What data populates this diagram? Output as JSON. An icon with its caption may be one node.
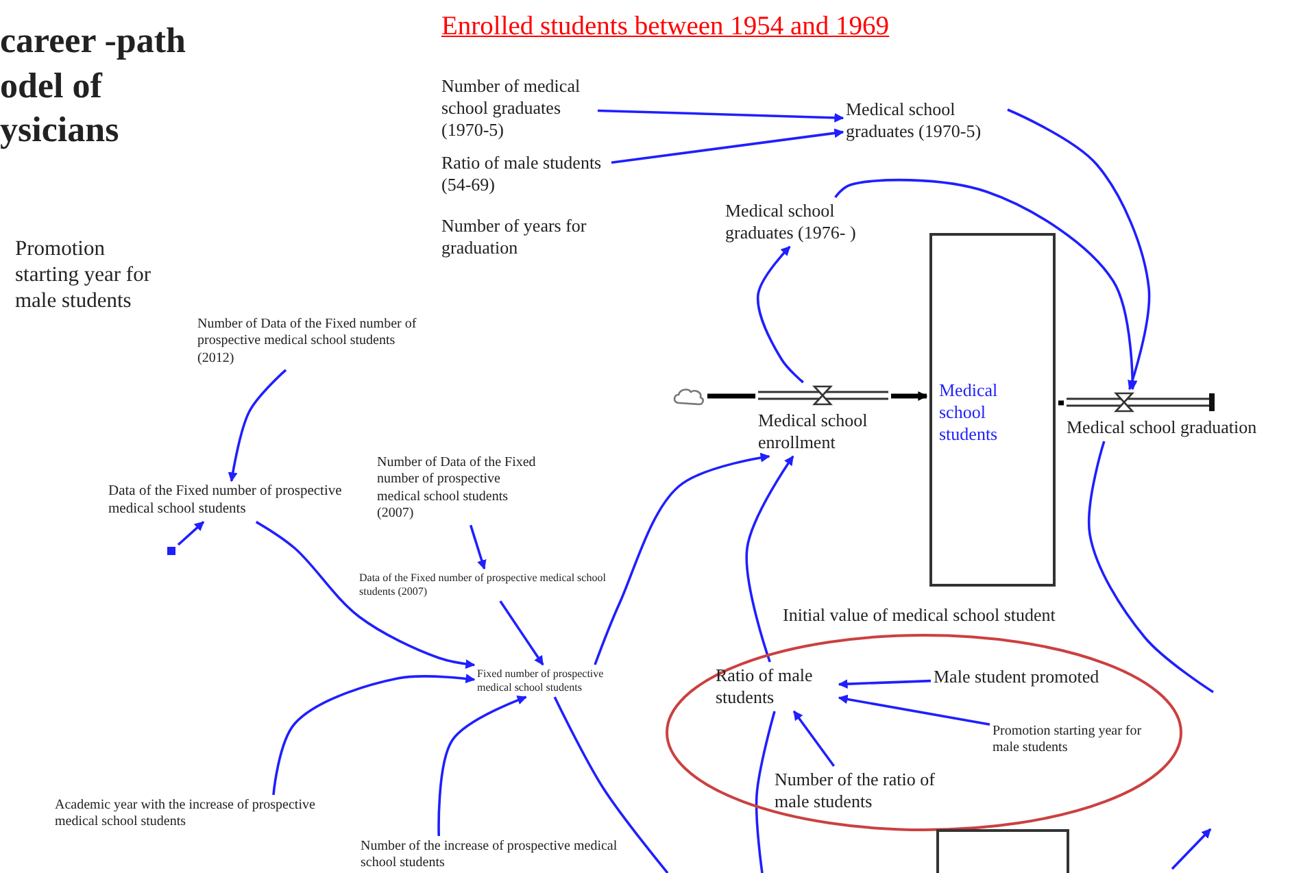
{
  "diagram": {
    "title": "career -path odel of ysicians",
    "nodes": [
      {
        "text": [
          "Number of medical school graduates (1970-5)"
        ]
      },
      {
        "text": [
          "Ratio of male students (54-69)"
        ]
      },
      {
        "text": [
          "Medical school graduates (1970-5)"
        ]
      },
      {
        "text": [
          "Medical school graduates (1976- )"
        ]
      },
      {
        "text": [
          "Medical school students"
        ]
      },
      {
        "text": [],
        "shape": "cloud"
      },
      {
        "text": [
          "Medical school enrollment"
        ]
      },
      {
        "text": [
          "Medical school graduation"
        ]
      },
      {
        "text": [
          "Number of Data of the Fixed number of prospective medical school students (2012)"
        ]
      },
      {
        "text": [
          "Data of the Fixed number of prospective medical school students"
        ]
      },
      {
        "text": [
          "Number of Data of the Fixed number of prospective medical school students (2007)"
        ]
      },
      {
        "text": [],
        "shape": "square"
      },
      {
        "text": [
          "Data of the Fixed number of prospective medical school students (2007)"
        ]
      },
      {
        "text": [
          "Fixed number of prospective medical school students"
        ]
      },
      {
        "text": [],
        "shape": "ellipse"
      },
      {
        "text": [
          "Ratio of male students"
        ],
        "in": 14
      },
      {
        "text": [
          "Male student promoted"
        ],
        "in": 14
      },
      {
        "text": [
          "Promotion starting year for male students"
        ],
        "in": 14
      },
      {
        "text": [
          "Number of the ratio of male students"
        ],
        "in": 14
      },
      {
        "text": [
          "Academic year with the increase of prospective medical school students"
        ]
      },
      {
        "text": [
          "Number of the increase of prospective medical school students"
        ]
      },
      {
        "text": [],
        "shape": "box"
      }
    ],
    "edges": [
      {
        "from": 0,
        "to": 2,
        "arrow": "to"
      },
      {
        "from": 1,
        "to": 2,
        "arrow": "to"
      },
      {
        "from": 2,
        "to": 7,
        "arrow": "to"
      },
      {
        "from": 6,
        "to": 3,
        "arrow": "to"
      },
      {
        "from": 3,
        "to": 7,
        "arrow": "to"
      },
      {
        "from": 5,
        "to": 6,
        "arrow": "none",
        "style": "thick",
        "color": "#000000"
      },
      {
        "from": 6,
        "to": 4,
        "arrow": "to",
        "style": "thick",
        "color": "#000000"
      },
      {
        "from": 4,
        "to": 7,
        "arrow": "none",
        "style": "thick",
        "color": "#000000"
      },
      {
        "from": 8,
        "to": 9,
        "arrow": "to"
      },
      {
        "from": 11,
        "to": 9,
        "arrow": "to"
      },
      {
        "from": 9,
        "to": 13,
        "arrow": "to"
      },
      {
        "from": 10,
        "to": 12,
        "arrow": "to"
      },
      {
        "from": 12,
        "to": 13,
        "arrow": "to"
      },
      {
        "from": 19,
        "to": 13,
        "arrow": "to"
      },
      {
        "from": 20,
        "to": 13,
        "arrow": "to"
      },
      {
        "from": 13,
        "to": 6,
        "arrow": "to"
      },
      {
        "from": 13,
        "to": null,
        "arrow": "none"
      },
      {
        "from": 15,
        "to": 6,
        "arrow": "to"
      },
      {
        "from": 16,
        "to": 15,
        "arrow": "to"
      },
      {
        "from": 17,
        "to": 15,
        "arrow": "to"
      },
      {
        "from": 18,
        "to": 15,
        "arrow": "to"
      },
      {
        "from": 15,
        "to": null,
        "arrow": "none"
      },
      {
        "from": 7,
        "to": null,
        "arrow": "none"
      }
    ],
    "labels": [
      "Enrolled students between 1954 and 1969",
      "Number of years for graduation",
      "Promotion starting year for male students",
      "Initial value of medical school student"
    ]
  }
}
